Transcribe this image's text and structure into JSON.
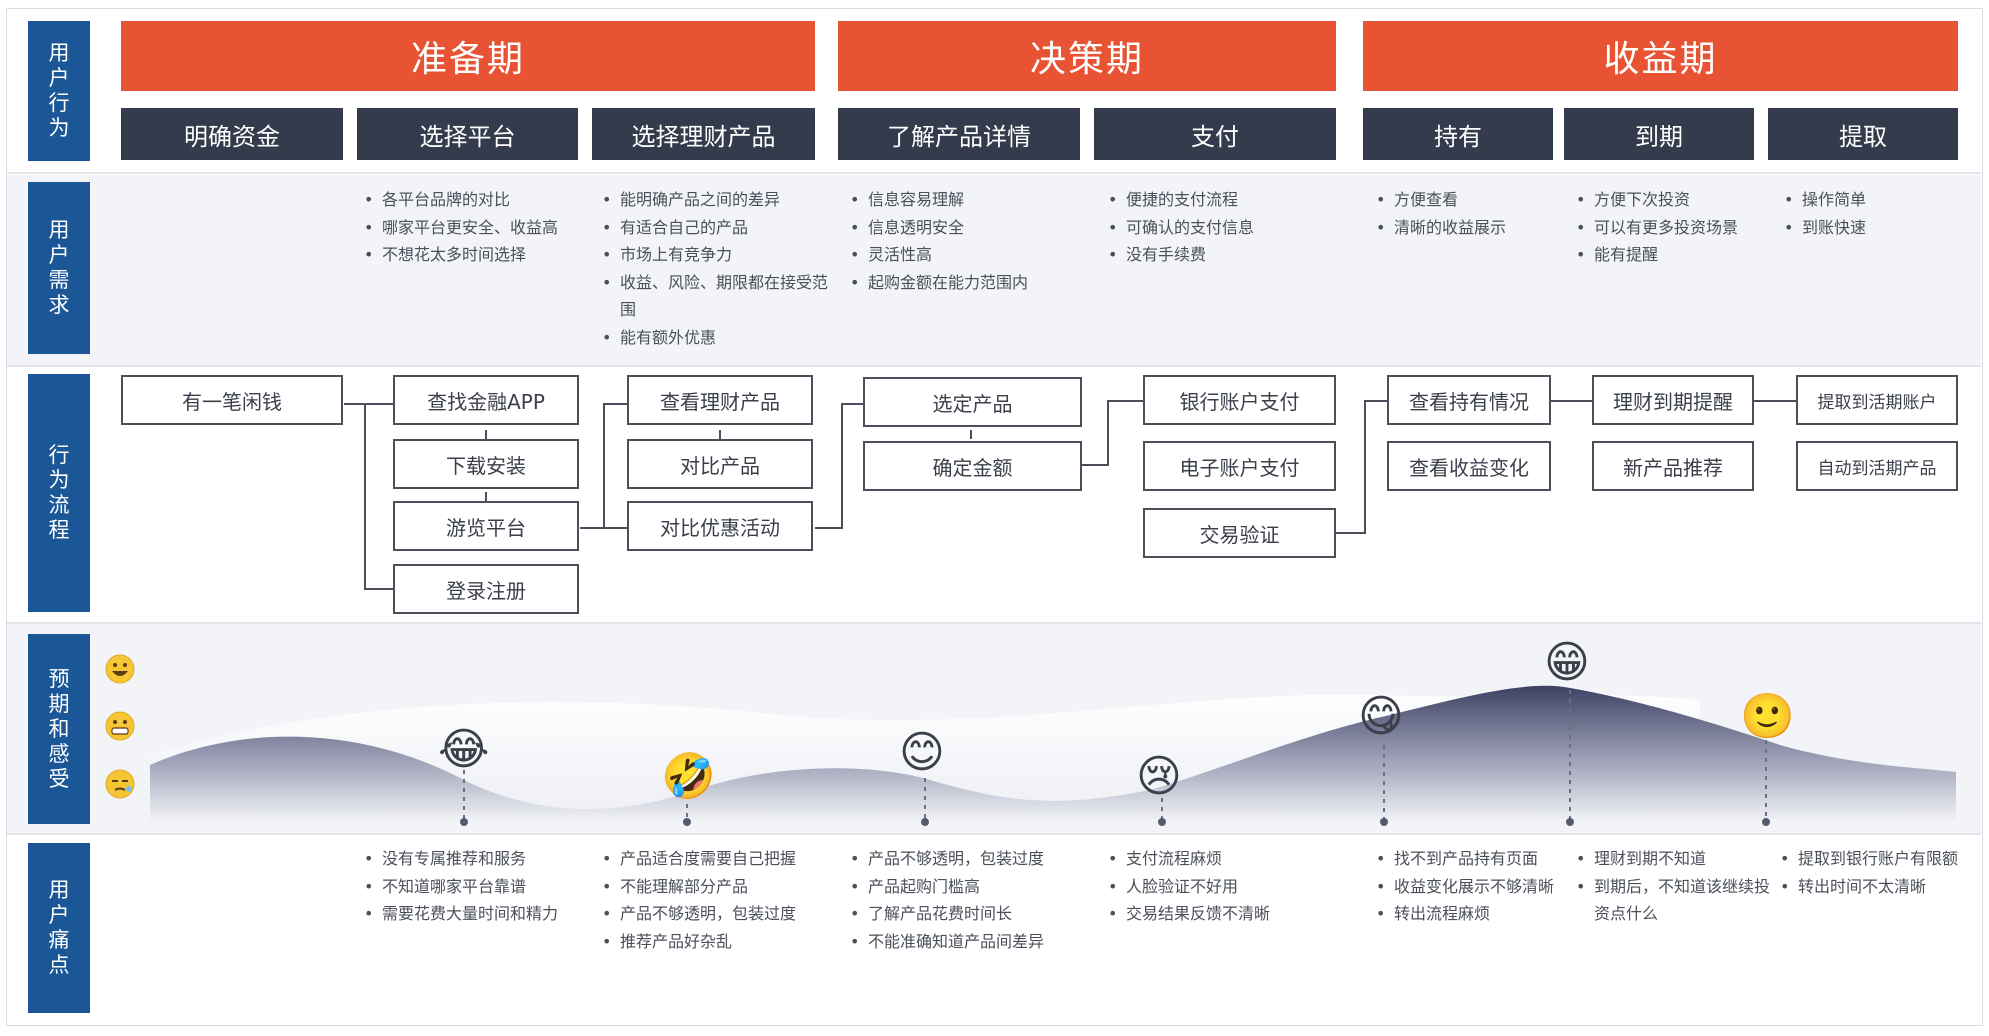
{
  "row_labels": {
    "behavior": [
      "用",
      "户",
      "行",
      "为"
    ],
    "needs": [
      "用",
      "户",
      "需",
      "求"
    ],
    "flow": [
      "行",
      "为",
      "流",
      "程"
    ],
    "feeling": [
      "预",
      "期",
      "和",
      "感",
      "受"
    ],
    "pain": [
      "用",
      "户",
      "痛",
      "点"
    ]
  },
  "phases": [
    "准备期",
    "决策期",
    "收益期"
  ],
  "stages": [
    "明确资金",
    "选择平台",
    "选择理财产品",
    "了解产品详情",
    "支付",
    "持有",
    "到期",
    "提取"
  ],
  "needs": [
    [
      "各平台品牌的对比",
      "哪家平台更安全、收益高",
      "不想花太多时间选择"
    ],
    [
      "能明确产品之间的差异",
      "有适合自己的产品",
      "市场上有竞争力",
      "收益、风险、期限都在接受范围",
      "能有额外优惠"
    ],
    [
      "信息容易理解",
      "信息透明安全",
      "灵活性高",
      "起购金额在能力范围内"
    ],
    [
      "便捷的支付流程",
      "可确认的支付信息",
      "没有手续费"
    ],
    [
      "方便查看",
      "清晰的收益展示"
    ],
    [
      "方便下次投资",
      "可以有更多投资场景",
      "能有提醒"
    ],
    [
      "操作简单",
      "到账快速"
    ]
  ],
  "flow": {
    "start": "有一笔闲钱",
    "platform": [
      "查找金融APP",
      "下载安装",
      "游览平台",
      "登录注册"
    ],
    "product": [
      "查看理财产品",
      "对比产品",
      "对比优惠活动"
    ],
    "detail": [
      "选定产品",
      "确定金额"
    ],
    "pay": [
      "银行账户支付",
      "电子账户支付",
      "交易验证"
    ],
    "hold": [
      "查看持有情况",
      "查看收益变化"
    ],
    "due": [
      "理财到期提醒",
      "新产品推荐"
    ],
    "withdraw": [
      "提取到活期账户",
      "自动到活期产品"
    ]
  },
  "feeling_scale_icons": [
    "grinning-face-icon",
    "grimacing-face-icon",
    "sleepy-face-icon"
  ],
  "feeling_points": [
    {
      "stage": "选择平台",
      "emoji": "😂",
      "icon": "tears-of-joy-icon"
    },
    {
      "stage": "选择理财产品",
      "emoji": "🤣",
      "icon": "rolling-laughing-icon"
    },
    {
      "stage": "了解产品详情",
      "emoji": "😊",
      "icon": "smiling-face-icon"
    },
    {
      "stage": "支付",
      "emoji": "😢",
      "icon": "crying-face-icon"
    },
    {
      "stage": "持有",
      "emoji": "😋",
      "icon": "yum-face-icon"
    },
    {
      "stage": "到期",
      "emoji": "😁",
      "icon": "beaming-face-icon"
    },
    {
      "stage": "提取",
      "emoji": "🙂",
      "icon": "slight-smile-icon"
    }
  ],
  "pain_points": [
    [
      "没有专属推荐和服务",
      "不知道哪家平台靠谱",
      "需要花费大量时间和精力"
    ],
    [
      "产品适合度需要自己把握",
      "不能理解部分产品",
      "产品不够透明，包装过度",
      "推荐产品好杂乱"
    ],
    [
      "产品不够透明，包装过度",
      "产品起购门槛高",
      "了解产品花费时间长",
      "不能准确知道产品间差异"
    ],
    [
      "支付流程麻烦",
      "人脸验证不好用",
      "交易结果反馈不清晰"
    ],
    [
      "找不到产品持有页面",
      "收益变化展示不够清晰",
      "转出流程麻烦"
    ],
    [
      "理财到期不知道",
      "到期后，不知道该继续投资点什么"
    ],
    [
      "提取到银行账户有限额",
      "转出时间不太清晰"
    ]
  ],
  "colors": {
    "phase": "#e85433",
    "stage": "#333b4d",
    "row_label": "#1b5796",
    "band": "#f3f4f8"
  }
}
